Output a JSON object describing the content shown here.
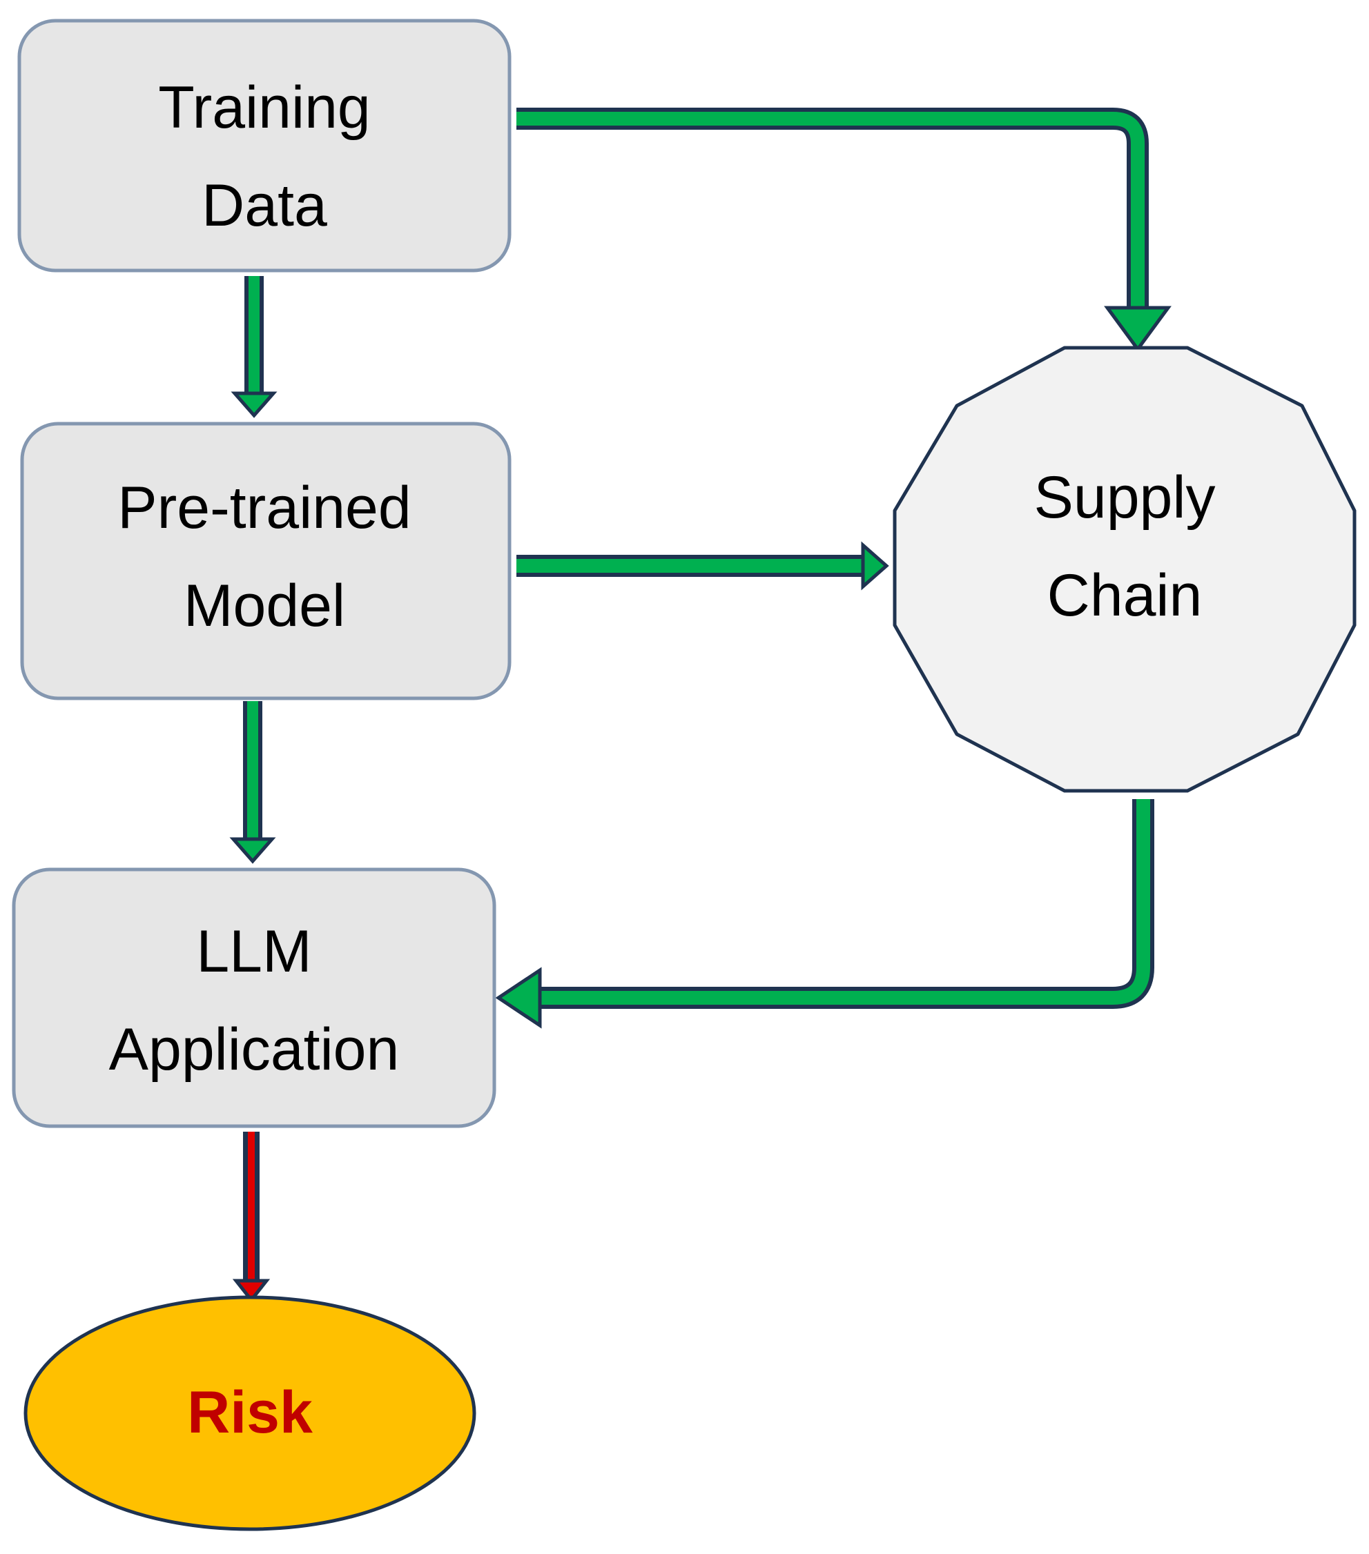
{
  "nodes": {
    "training_data": {
      "line1": "Training",
      "line2": "Data"
    },
    "pretrained_model": {
      "line1": "Pre-trained",
      "line2": "Model"
    },
    "llm_application": {
      "line1": "LLM",
      "line2": "Application"
    },
    "supply_chain": {
      "line1": "Supply",
      "line2": "Chain"
    },
    "risk": {
      "label": "Risk"
    }
  },
  "colors": {
    "box_fill": "#e6e6e6",
    "box_stroke": "#8497b0",
    "octagon_fill": "#f2f2f2",
    "outline_dark": "#1f3350",
    "arrow_green": "#00b050",
    "arrow_red": "#e00000",
    "risk_fill": "#ffc000",
    "risk_text": "#c00000"
  }
}
